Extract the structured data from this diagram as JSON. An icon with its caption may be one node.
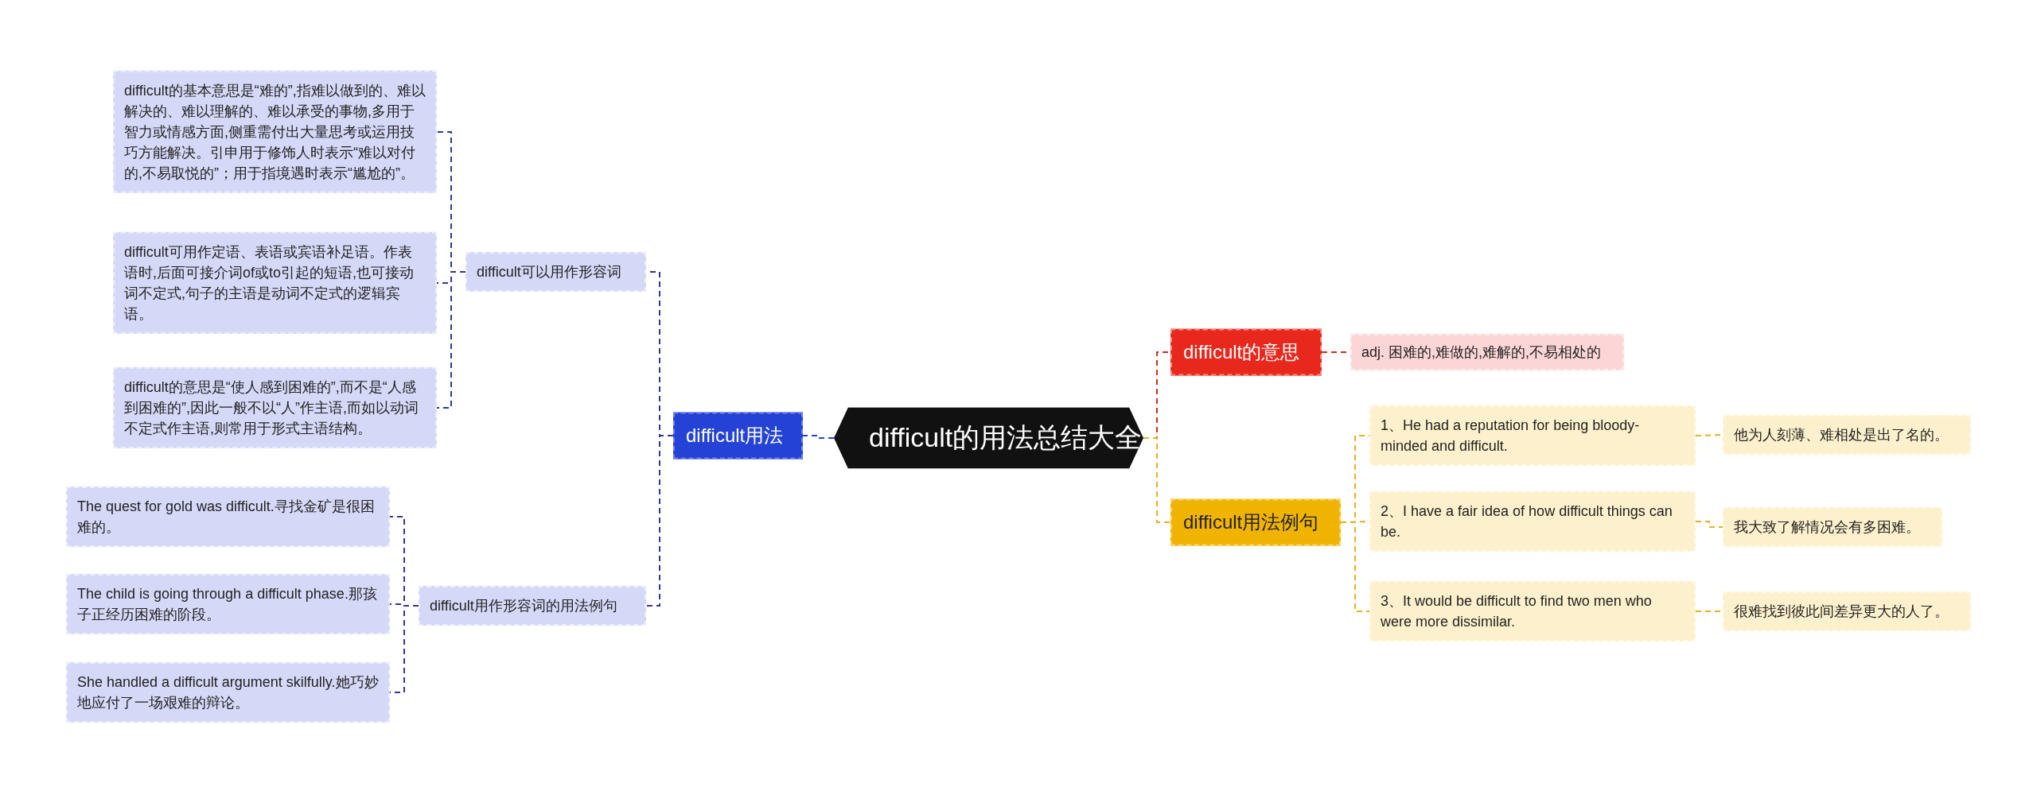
{
  "diagram": {
    "nodes": [
      {
        "text": [
          "difficult的用法总结大全"
        ]
      },
      {
        "text": [
          "difficult用法"
        ]
      },
      {
        "text": [
          "difficult可以用作形容词"
        ]
      },
      {
        "text": [
          "difficult的基本意思是“难的”,指难以做到的、难以解决的、难以理解的、难以承受的事物,多用于智力或情感方面,侧重需付出大量思考或运用技巧方能解决。引申用于修饰人时表示“难以对付的,不易取悦的”；用于指境遇时表示“尴尬的”。"
        ]
      },
      {
        "text": [
          "difficult可用作定语、表语或宾语补足语。作表语时,后面可接介词of或to引起的短语,也可接动词不定式,句子的主语是动词不定式的逻辑宾语。"
        ]
      },
      {
        "text": [
          "difficult的意思是“使人感到困难的”,而不是“人感到困难的”,因此一般不以“人”作主语,而如以动词不定式作主语,则常用于形式主语结构。"
        ]
      },
      {
        "text": [
          "difficult用作形容词的用法例句"
        ]
      },
      {
        "text": [
          "The quest for gold was difficult.寻找金矿是很困难的。"
        ]
      },
      {
        "text": [
          "The child is going through a difficult phase.那孩子正经历困难的阶段。"
        ]
      },
      {
        "text": [
          "She handled a difficult argument skilfully.她巧妙地应付了一场艰难的辩论。"
        ]
      },
      {
        "text": [
          "difficult的意思"
        ]
      },
      {
        "text": [
          "adj. 困难的,难做的,难解的,不易相处的"
        ]
      },
      {
        "text": [
          "difficult用法例句"
        ]
      },
      {
        "text": [
          "1、He had a reputation for being bloody-minded and difficult."
        ]
      },
      {
        "text": [
          "他为人刻薄、难相处是出了名的。"
        ]
      },
      {
        "text": [
          "2、I have a fair idea of how difficult things can be."
        ]
      },
      {
        "text": [
          "我大致了解情况会有多困难。"
        ]
      },
      {
        "text": [
          "3、It would be difficult to find two men who were more dissimilar."
        ]
      },
      {
        "text": [
          "很难找到彼此间差异更大的人了。"
        ]
      }
    ],
    "edges": [
      {
        "from": 0,
        "to": 1,
        "arrow": "none",
        "style": "dashed",
        "color": "#2443d6"
      },
      {
        "from": 1,
        "to": 2,
        "arrow": "none",
        "style": "dashed"
      },
      {
        "from": 2,
        "to": 3,
        "arrow": "none",
        "style": "dashed"
      },
      {
        "from": 2,
        "to": 4,
        "arrow": "none",
        "style": "dashed"
      },
      {
        "from": 2,
        "to": 5,
        "arrow": "none",
        "style": "dashed"
      },
      {
        "from": 1,
        "to": 6,
        "arrow": "none",
        "style": "dashed"
      },
      {
        "from": 6,
        "to": 7,
        "arrow": "none",
        "style": "dashed"
      },
      {
        "from": 6,
        "to": 8,
        "arrow": "none",
        "style": "dashed"
      },
      {
        "from": 6,
        "to": 9,
        "arrow": "none",
        "style": "dashed"
      },
      {
        "from": 0,
        "to": 10,
        "arrow": "none",
        "style": "dashed",
        "color": "#d42a1e"
      },
      {
        "from": 10,
        "to": 11,
        "arrow": "none",
        "style": "dashed",
        "color": "#d42a1e"
      },
      {
        "from": 0,
        "to": 12,
        "arrow": "none",
        "style": "dashed",
        "color": "#e8b020"
      },
      {
        "from": 12,
        "to": 13,
        "arrow": "none",
        "style": "dashed",
        "color": "#e8b020"
      },
      {
        "from": 13,
        "to": 14,
        "arrow": "none",
        "style": "dashed",
        "color": "#e8b020"
      },
      {
        "from": 12,
        "to": 15,
        "arrow": "none",
        "style": "dashed",
        "color": "#e8b020"
      },
      {
        "from": 15,
        "to": 16,
        "arrow": "none",
        "style": "dashed",
        "color": "#e8b020"
      },
      {
        "from": 12,
        "to": 17,
        "arrow": "none",
        "style": "dashed",
        "color": "#e8b020"
      },
      {
        "from": 17,
        "to": 18,
        "arrow": "none",
        "style": "dashed",
        "color": "#e8b020"
      }
    ]
  }
}
